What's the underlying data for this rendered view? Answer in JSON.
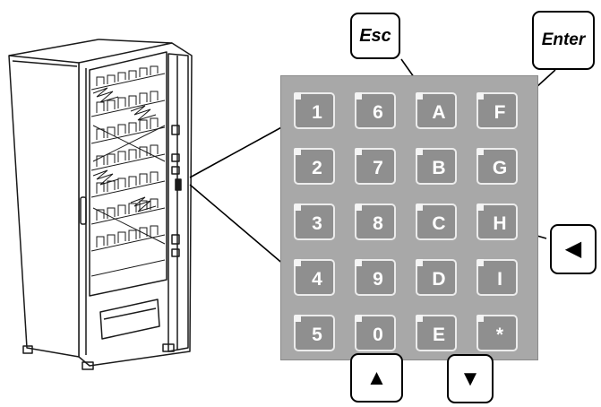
{
  "keypad": {
    "keys": [
      {
        "label": "1"
      },
      {
        "label": "6"
      },
      {
        "label": "A"
      },
      {
        "label": "F"
      },
      {
        "label": "2"
      },
      {
        "label": "7"
      },
      {
        "label": "B"
      },
      {
        "label": "G"
      },
      {
        "label": "3"
      },
      {
        "label": "8"
      },
      {
        "label": "C"
      },
      {
        "label": "H"
      },
      {
        "label": "4"
      },
      {
        "label": "9"
      },
      {
        "label": "D"
      },
      {
        "label": "I"
      },
      {
        "label": "5"
      },
      {
        "label": "0"
      },
      {
        "label": "E"
      },
      {
        "label": "*"
      }
    ]
  },
  "callouts": {
    "esc": {
      "label": "Esc"
    },
    "enter": {
      "label": "Enter"
    },
    "left": {
      "glyph": "◀"
    },
    "up": {
      "glyph": "▲"
    },
    "down": {
      "glyph": "▼"
    }
  }
}
